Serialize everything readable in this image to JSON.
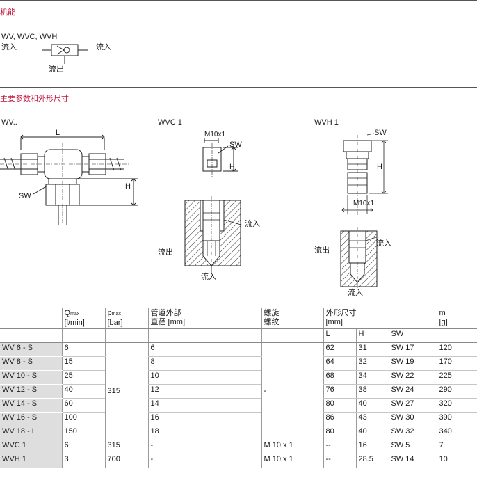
{
  "sections": {
    "function_title": "机能",
    "dims_title": "主要参数和外形尺寸"
  },
  "function": {
    "models": "WV, WVC, WVH",
    "inflow_left": "流入",
    "inflow_right": "流入",
    "outflow": "流出"
  },
  "drawings": {
    "wv": {
      "title": "WV..",
      "dim_L": "L",
      "dim_H": "H",
      "sw": "SW"
    },
    "wvc": {
      "title": "WVC 1",
      "thread": "M10x1",
      "sw": "SW",
      "dim_H": "H",
      "inflow_side": "流入",
      "outflow": "流出",
      "inflow_bottom": "流入"
    },
    "wvh": {
      "title": "WVH 1",
      "sw": "SW",
      "dim_H": "H",
      "thread": "M10x1",
      "inflow_side": "流入",
      "outflow": "流出",
      "inflow_bottom": "流入"
    }
  },
  "table": {
    "headers": {
      "q": "Q",
      "q_sub": "max",
      "q_unit": "[l/min]",
      "p": "p",
      "p_sub": "max",
      "p_unit": "[bar]",
      "pipe": "管道外部",
      "pipe2": "直径 [mm]",
      "thread": "螺旋",
      "thread2": "螺纹",
      "dims": "外形尺寸",
      "dims_unit": "[mm]",
      "mass": "m",
      "mass_unit": "[g]",
      "L": "L",
      "H": "H",
      "SW": "SW"
    },
    "shared_pressure": "315",
    "shared_thread": "-",
    "rows": [
      {
        "model": "WV 6 - S",
        "q": "6",
        "pipe": "6",
        "L": "62",
        "H": "31",
        "SW": "SW 17",
        "m": "120"
      },
      {
        "model": "WV 8 - S",
        "q": "15",
        "pipe": "8",
        "L": "64",
        "H": "32",
        "SW": "SW 19",
        "m": "170"
      },
      {
        "model": "WV 10 - S",
        "q": "25",
        "pipe": "10",
        "L": "68",
        "H": "34",
        "SW": "SW 22",
        "m": "225"
      },
      {
        "model": "WV 12 - S",
        "q": "40",
        "pipe": "12",
        "L": "76",
        "H": "38",
        "SW": "SW 24",
        "m": "290"
      },
      {
        "model": "WV 14 - S",
        "q": "60",
        "pipe": "14",
        "L": "80",
        "H": "40",
        "SW": "SW 27",
        "m": "320"
      },
      {
        "model": "WV 16 - S",
        "q": "100",
        "pipe": "16",
        "L": "86",
        "H": "43",
        "SW": "SW 30",
        "m": "390"
      },
      {
        "model": "WV 18 - L",
        "q": "150",
        "pipe": "18",
        "L": "80",
        "H": "40",
        "SW": "SW 32",
        "m": "340"
      }
    ],
    "extra_rows": [
      {
        "model": "WVC 1",
        "q": "6",
        "p": "315",
        "pipe": "-",
        "thread": "M 10 x 1",
        "L": "--",
        "H": "16",
        "SW": "SW 5",
        "m": "7"
      },
      {
        "model": "WVH 1",
        "q": "3",
        "p": "700",
        "pipe": "-",
        "thread": "M 10 x 1",
        "L": "--",
        "H": "28.5",
        "SW": "SW 14",
        "m": "10"
      }
    ]
  }
}
